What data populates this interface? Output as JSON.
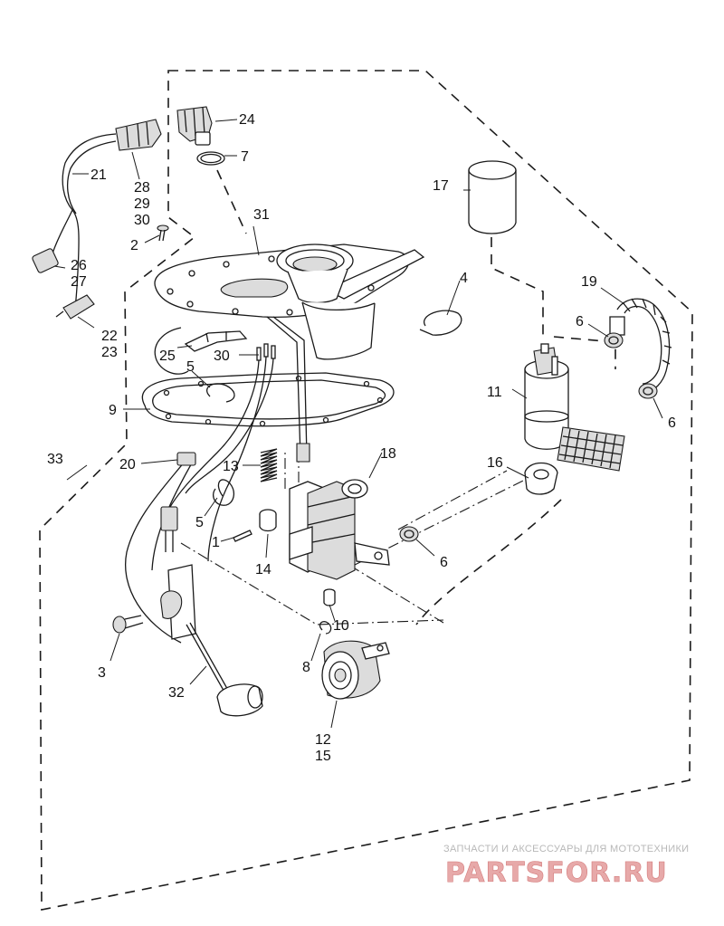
{
  "callouts": {
    "c1": "1",
    "c2": "2",
    "c3": "3",
    "c4": "4",
    "c5a": "5",
    "c5b": "5",
    "c6a": "6",
    "c6b": "6",
    "c6c": "6",
    "c7": "7",
    "c8": "8",
    "c9": "9",
    "c10": "10",
    "c11": "11",
    "c12": "12",
    "c13": "13",
    "c14": "14",
    "c15": "15",
    "c16": "16",
    "c17": "17",
    "c18": "18",
    "c19": "19",
    "c20": "20",
    "c21": "21",
    "c22": "22",
    "c23": "23",
    "c24": "24",
    "c25": "25",
    "c26": "26",
    "c27": "27",
    "c28": "28",
    "c29": "29",
    "c30a": "30",
    "c30b": "30",
    "c31": "31",
    "c32": "32",
    "c33": "33"
  },
  "watermark": {
    "tagline": "ЗАПЧАСТИ И АКСЕССУАРЫ ДЛЯ МОТОТЕХНИКИ",
    "brand": "PARTSFOR.RU"
  }
}
